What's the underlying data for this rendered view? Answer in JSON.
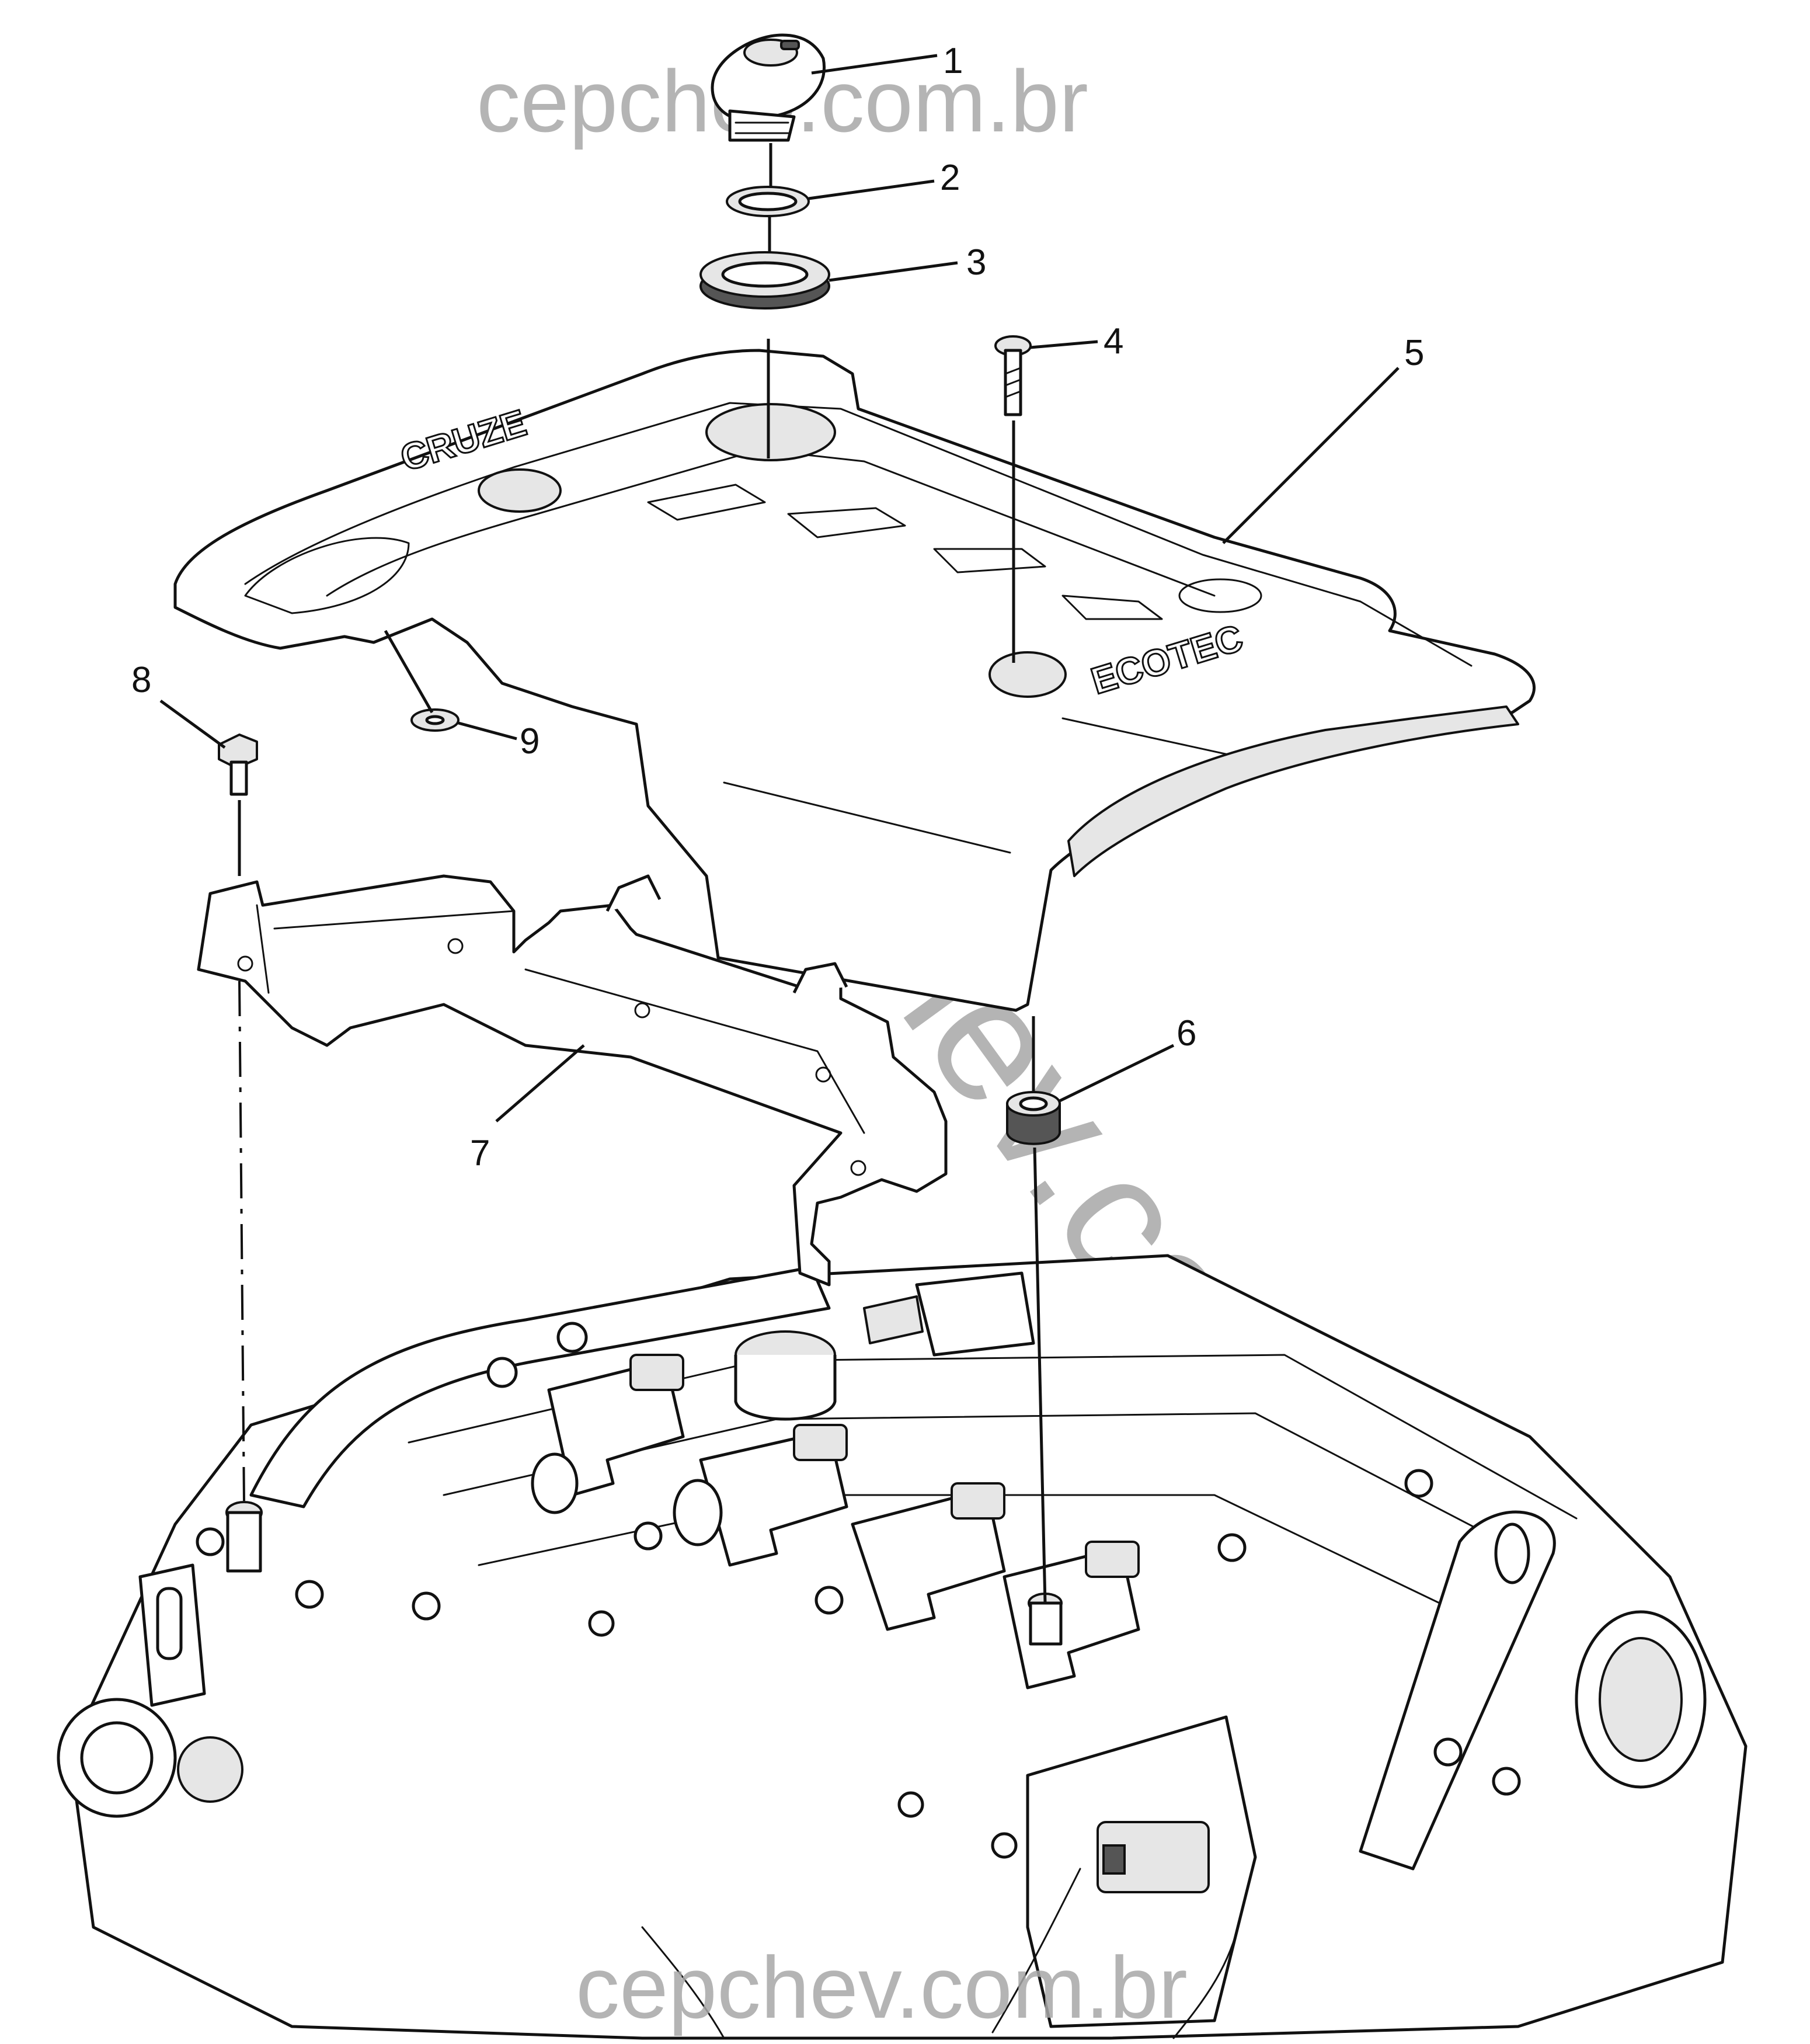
{
  "watermark": {
    "top": "cepchev.com.br",
    "diagonal": "cepchev.com.br",
    "bottom": "cepchev.com.br"
  },
  "embossing": {
    "left": "CRUZE",
    "right": "ECOTEC"
  },
  "callouts": [
    "1",
    "2",
    "3",
    "4",
    "5",
    "6",
    "7",
    "8",
    "9"
  ]
}
